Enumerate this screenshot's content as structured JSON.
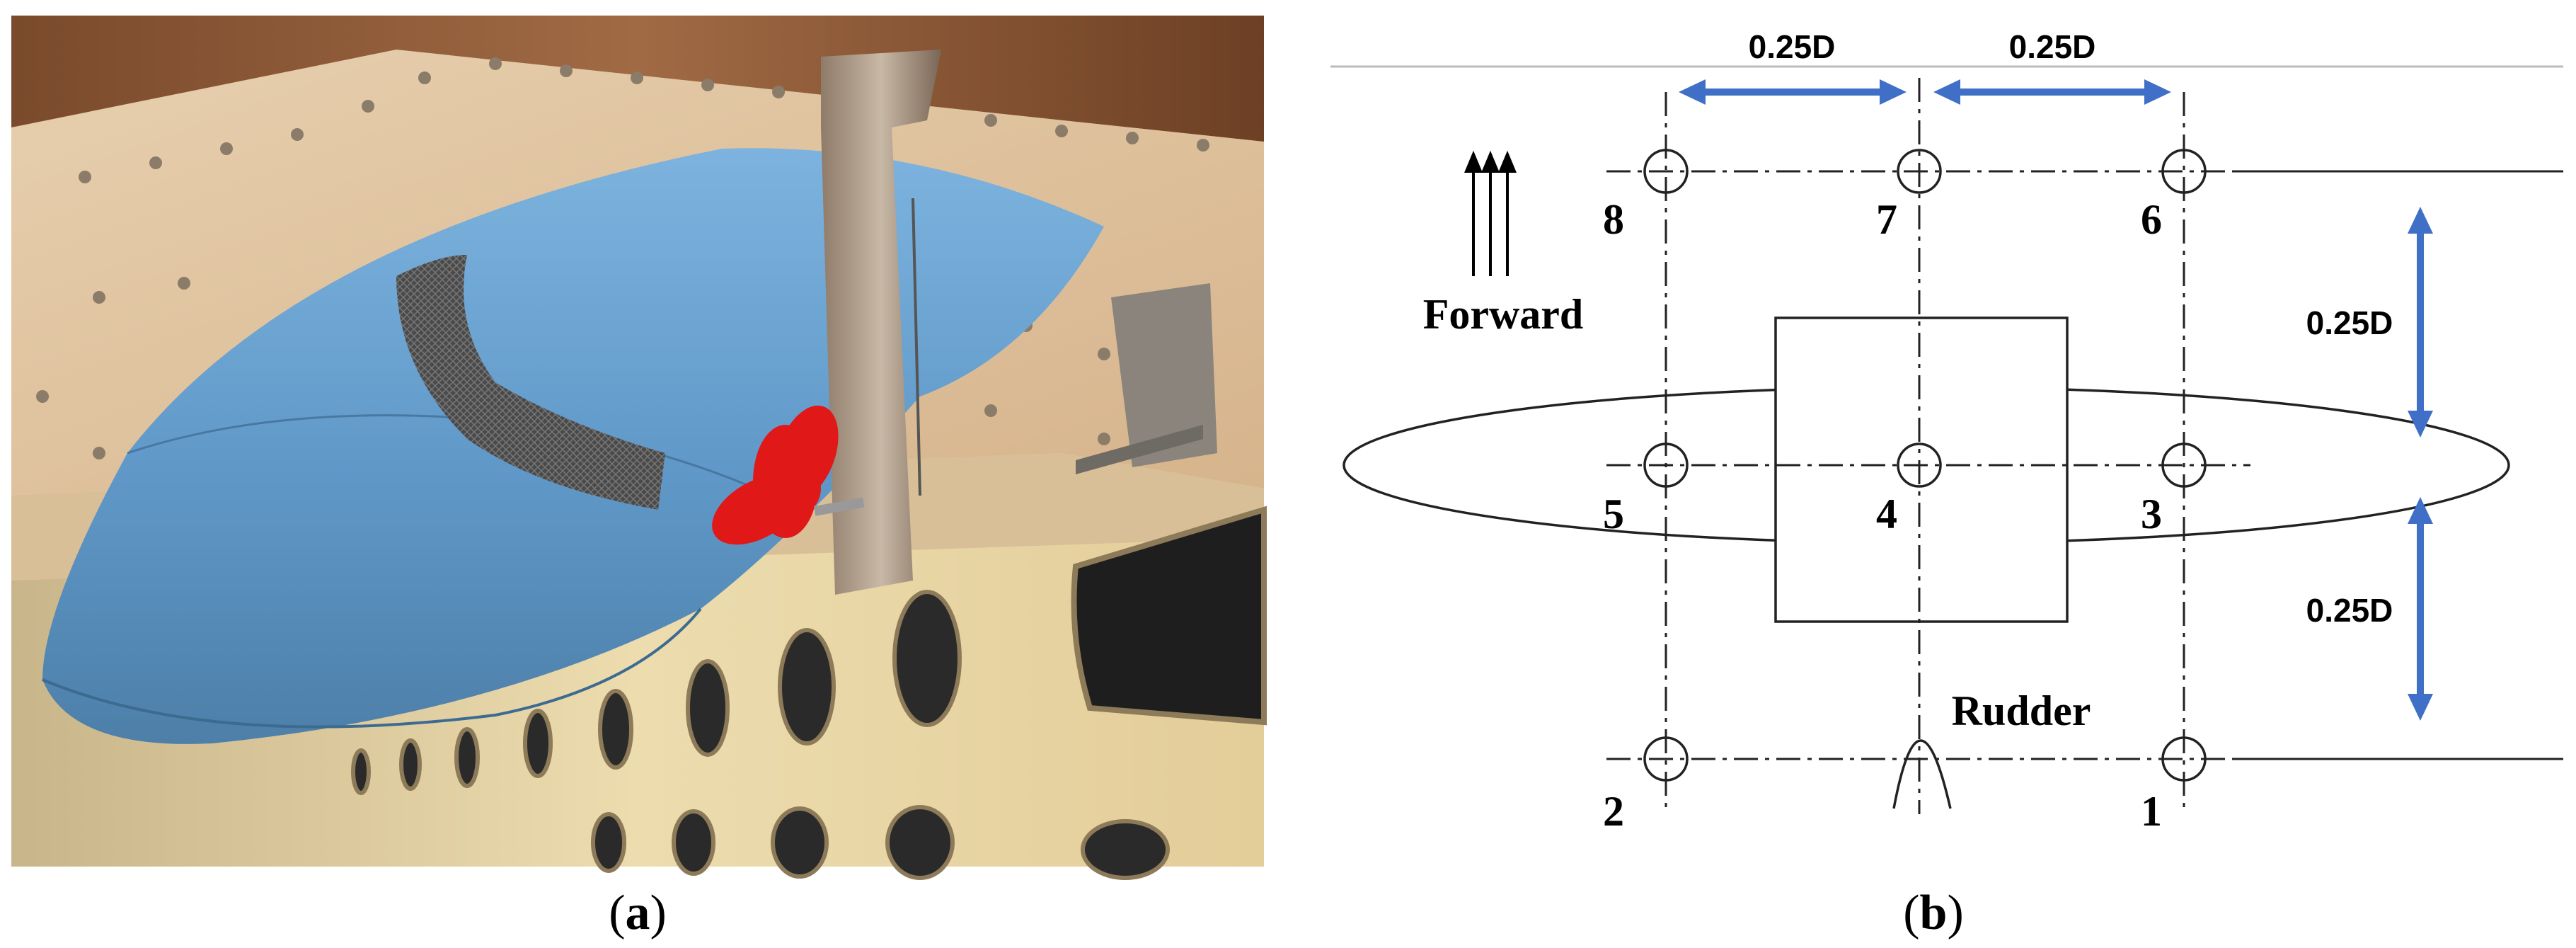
{
  "panels": {
    "a": {
      "caption_open": "(",
      "caption_letter": "a",
      "caption_close": ")"
    },
    "b": {
      "caption_open": "(",
      "caption_letter": "b",
      "caption_close": ")"
    }
  },
  "diagram": {
    "forward_label": "Forward",
    "rudder_label": "Rudder",
    "dimensions": {
      "horizontal_left": "0.25D",
      "horizontal_right": "0.25D",
      "vertical_top": "0.25D",
      "vertical_bottom": "0.25D"
    },
    "probe_points": [
      "1",
      "2",
      "3",
      "4",
      "5",
      "6",
      "7",
      "8"
    ]
  },
  "colors": {
    "dimension_arrow": "#3f6fc6",
    "hull": "#5f9ed0",
    "propeller": "#e01818",
    "wood": "#8a5a3a",
    "wall": "#e9d6a6"
  }
}
